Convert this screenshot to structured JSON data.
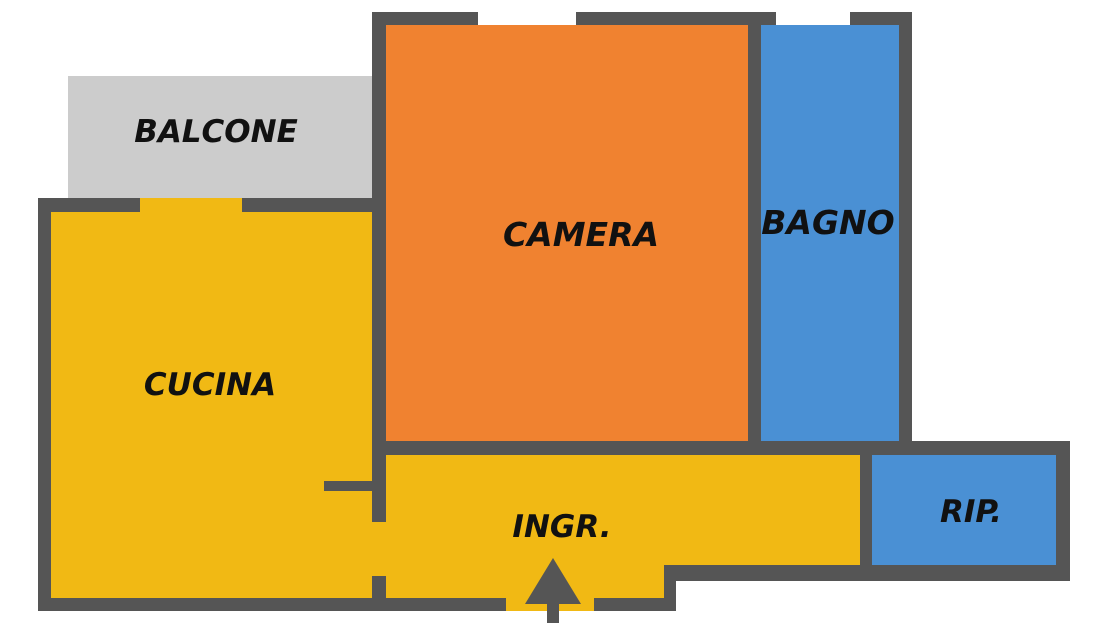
{
  "colors": {
    "wall": "#555555",
    "balcony": "#cccccc",
    "kitchen": "#f1b914",
    "bedroom": "#f08230",
    "bathroom": "#4a90d4",
    "hall": "#f1b914",
    "storage": "#4a90d4",
    "arrow": "#555555"
  },
  "rooms": {
    "balcone": "BALCONE",
    "cucina": "CUCINA",
    "camera": "CAMERA",
    "bagno": "BAGNO",
    "ingresso": "INGR.",
    "ripostiglio": "RIP."
  }
}
